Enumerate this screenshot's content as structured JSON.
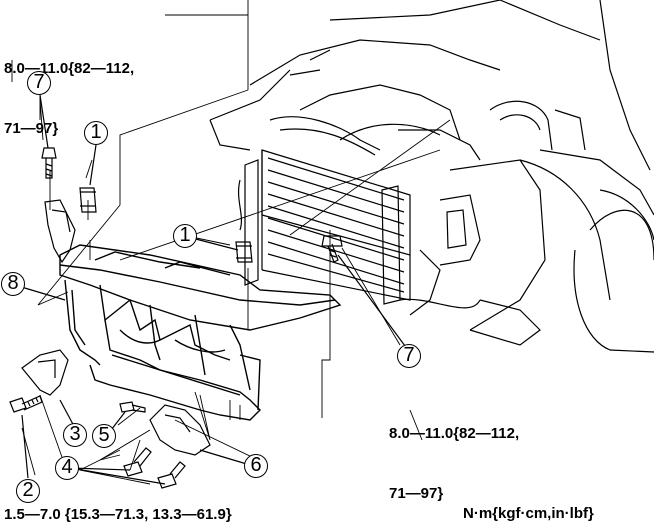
{
  "torque": {
    "top_left": {
      "line1": "8.0—11.0{82—112,",
      "line2": "71—97}"
    },
    "right": {
      "line1": "8.0—11.0{82—112,",
      "line2": "71—97}"
    },
    "bottom": "1.5—7.0 {15.3—71.3, 13.3—61.9}"
  },
  "units_note": "N·m{kgf·cm,in·lbf}",
  "callouts": {
    "c1a": "1",
    "c1b": "1",
    "c2": "2",
    "c3": "3",
    "c4": "4",
    "c5": "5",
    "c6": "6",
    "c7a": "7",
    "c7b": "7",
    "c8": "8"
  }
}
